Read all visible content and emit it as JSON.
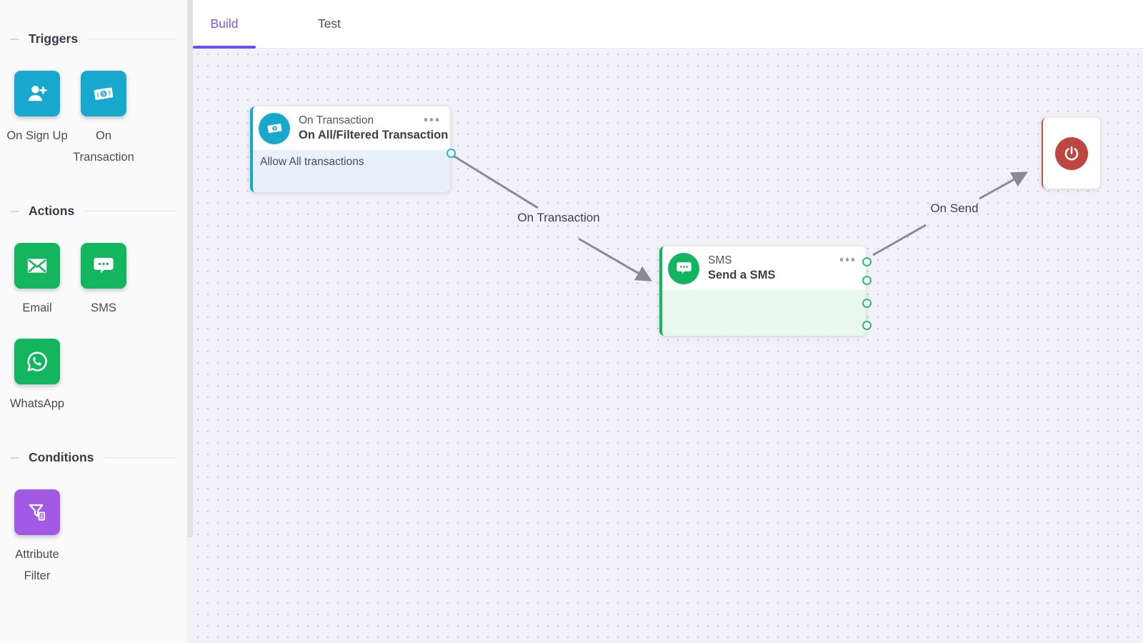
{
  "tabs": {
    "build": "Build",
    "test": "Test"
  },
  "sidebar": {
    "sections": [
      {
        "title": "Triggers",
        "items": [
          {
            "label": "On Sign Up",
            "icon": "person-add-icon",
            "tile_color": "#18a8cd"
          },
          {
            "label": "On Transaction",
            "icon": "money-icon",
            "tile_color": "#18a8cd"
          }
        ]
      },
      {
        "title": "Actions",
        "items": [
          {
            "label": "Email",
            "icon": "email-icon",
            "tile_color": "#14b55f"
          },
          {
            "label": "SMS",
            "icon": "sms-icon",
            "tile_color": "#14b55f"
          },
          {
            "label": "WhatsApp",
            "icon": "whatsapp-icon",
            "tile_color": "#14b55f"
          }
        ]
      },
      {
        "title": "Conditions",
        "items": [
          {
            "label": "Attribute Filter",
            "icon": "attribute-filter-icon",
            "tile_color": "#a259e4"
          }
        ]
      }
    ]
  },
  "canvas": {
    "nodes": [
      {
        "title": "On Transaction",
        "subtitle": "On All/Filtered Transaction",
        "body": "Allow All transactions",
        "icon": "money-icon",
        "menu_icon": "ellipsis-icon",
        "accent": "#18a8cd",
        "body_color": "#e8f1fb",
        "ports": 1
      },
      {
        "title": "SMS",
        "subtitle": "Send a SMS",
        "body": "",
        "icon": "sms-icon",
        "menu_icon": "ellipsis-icon",
        "accent": "#14b55f",
        "body_color": "#e9f8ef",
        "ports": 4
      },
      {
        "icon": "power-icon",
        "accent": "#bf4540"
      }
    ],
    "edges": [
      {
        "label": "On Transaction",
        "from": "node-on-transaction",
        "to": "node-sms"
      },
      {
        "label": "On Send",
        "from": "node-sms",
        "to": "node-end"
      }
    ]
  },
  "colors": {
    "active_tab": "#7b5af0",
    "tab_underline": "#6d4df2",
    "trigger": "#18a8cd",
    "action": "#14b55f",
    "condition": "#a259e4",
    "end": "#bf4540",
    "arrow": "#8a8a92",
    "canvas_bg": "#f2f1f7",
    "sidebar_bg": "#fbfafb"
  }
}
